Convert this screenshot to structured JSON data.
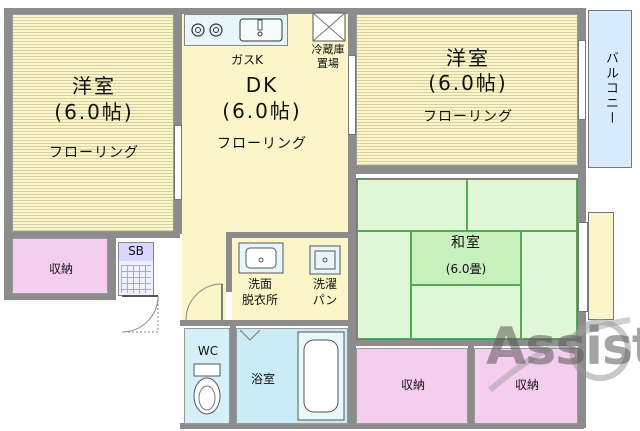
{
  "rooms": {
    "western_left": {
      "name": "洋室",
      "size": "(6.0帖)",
      "floor": "フローリング"
    },
    "dk": {
      "name": "DK",
      "size": "(6.0帖)",
      "floor": "フローリング",
      "kitchen": "ガスK"
    },
    "western_right": {
      "name": "洋室",
      "size": "(6.0帖)",
      "floor": "フローリング"
    },
    "fridge": {
      "label_line1": "冷蔵庫",
      "label_line2": "置場"
    },
    "balcony": {
      "label": "バルコニー"
    },
    "storage_left": {
      "label": "収納"
    },
    "sb": {
      "label": "SB"
    },
    "washroom": {
      "label_line1": "洗面",
      "label_line2": "脱衣所"
    },
    "laundry": {
      "label_line1": "洗濯",
      "label_line2": "パン"
    },
    "japanese": {
      "name": "和室",
      "size": "(6.0畳)"
    },
    "wc": {
      "label": "WC"
    },
    "bath": {
      "label": "浴室"
    },
    "storage_bottom_left": {
      "label": "収納"
    },
    "storage_bottom_right": {
      "label": "収納"
    }
  },
  "watermark": {
    "text": "Assist"
  }
}
